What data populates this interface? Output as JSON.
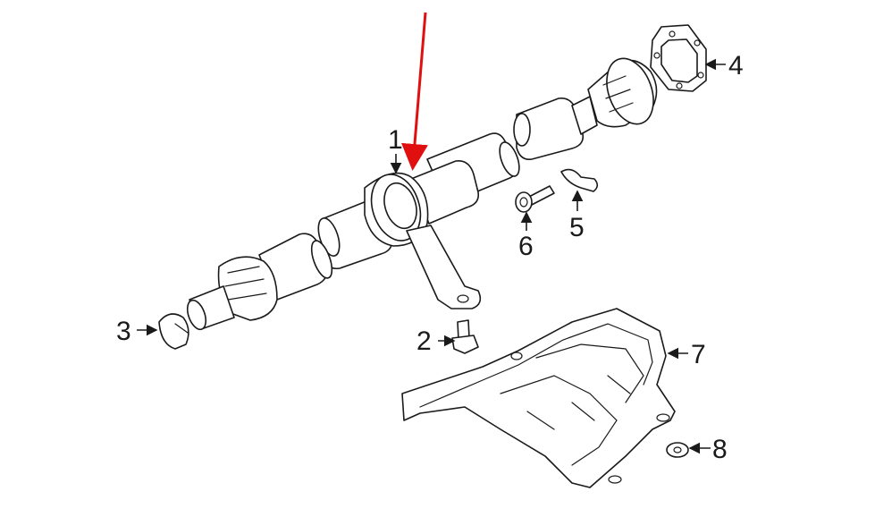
{
  "callouts": [
    {
      "id": "1",
      "label": "1"
    },
    {
      "id": "2",
      "label": "2"
    },
    {
      "id": "3",
      "label": "3"
    },
    {
      "id": "4",
      "label": "4"
    },
    {
      "id": "5",
      "label": "5"
    },
    {
      "id": "6",
      "label": "6"
    },
    {
      "id": "7",
      "label": "7"
    },
    {
      "id": "8",
      "label": "8"
    }
  ],
  "colors": {
    "line": "#1a1a1a",
    "highlight_arrow": "#e01010",
    "background": "#ffffff"
  }
}
